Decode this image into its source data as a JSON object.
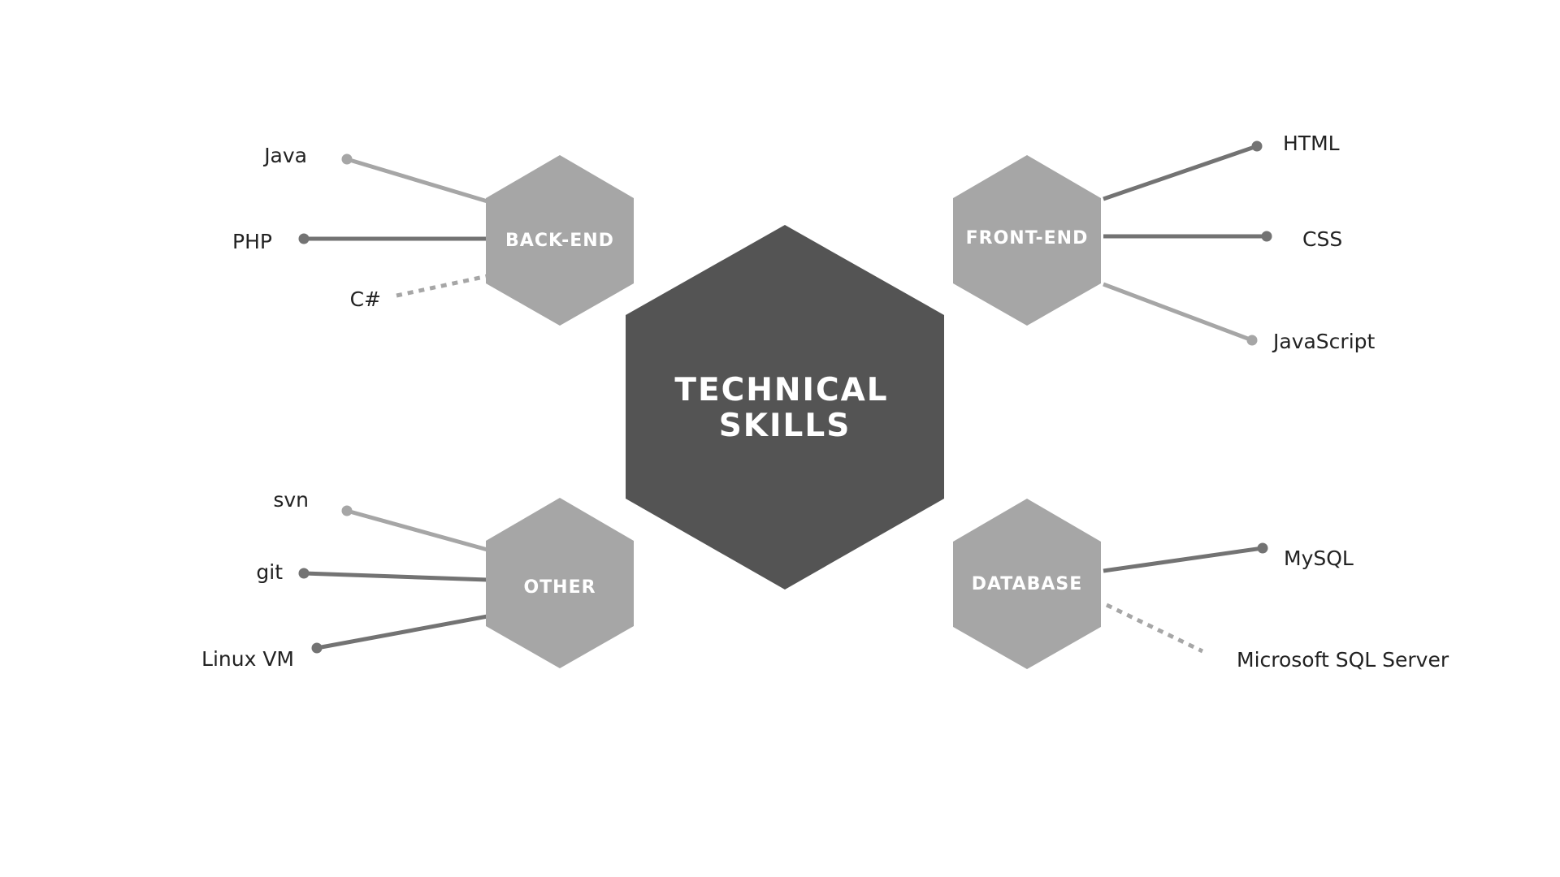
{
  "colors": {
    "center_hex": "#545454",
    "category_hex": "#a6a6a6",
    "line_dark": "#737373",
    "line_light": "#a6a6a6",
    "text": "#222222"
  },
  "center": {
    "line1": "TECHNICAL",
    "line2": "SKILLS"
  },
  "categories": {
    "backend": {
      "title": "BACK-END",
      "skills": [
        "Java",
        "PHP",
        "C#"
      ]
    },
    "frontend": {
      "title": "FRONT-END",
      "skills": [
        "HTML",
        "CSS",
        "JavaScript"
      ]
    },
    "other": {
      "title": "OTHER",
      "skills": [
        "svn",
        "git",
        "Linux VM"
      ]
    },
    "database": {
      "title": "DATABASE",
      "skills": [
        "MySQL",
        "Microsoft SQL Server"
      ]
    }
  }
}
